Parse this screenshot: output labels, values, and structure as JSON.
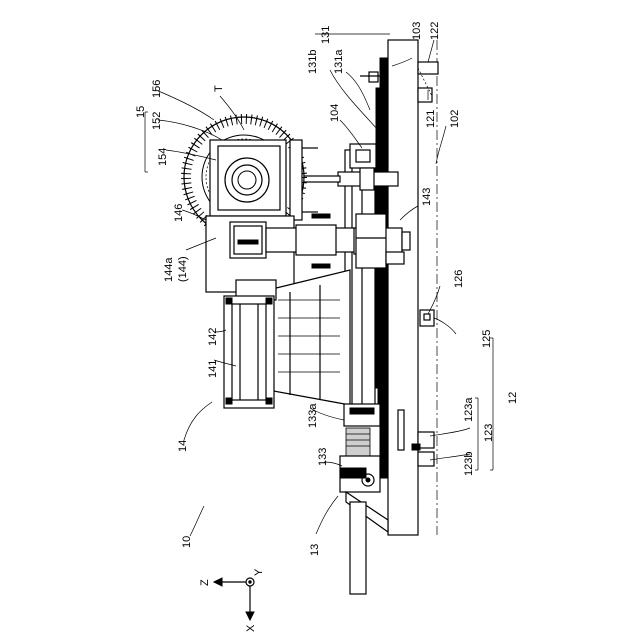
{
  "figure": {
    "labels": {
      "l10": "10",
      "l12": "12",
      "l13": "13",
      "l14": "14",
      "l15": "15",
      "l102": "102",
      "l103": "103",
      "l104": "104",
      "l121": "121",
      "l122": "122",
      "l123": "123",
      "l123a": "123a",
      "l123b": "123b",
      "l125": "125",
      "l126": "126",
      "l131": "131",
      "l131a": "131a",
      "l131b": "131b",
      "l133": "133",
      "l133a": "133a",
      "l141": "141",
      "l142": "142",
      "l143": "143",
      "l144a": "144a",
      "l144p": "(144)",
      "l146": "146",
      "l152": "152",
      "l154": "154",
      "l156": "156",
      "lT": "T"
    },
    "axes": {
      "z": "Z",
      "y": "Y",
      "x": "X"
    }
  }
}
